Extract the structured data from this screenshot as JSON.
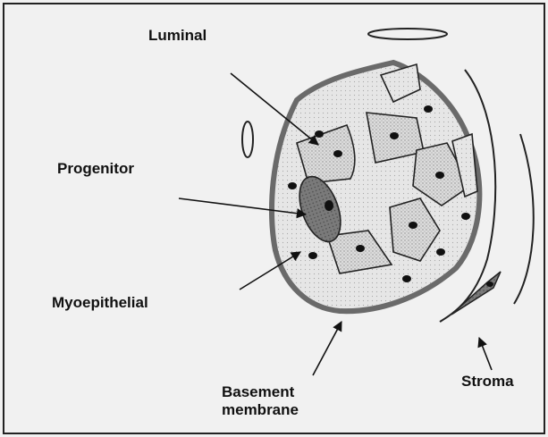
{
  "diagram": {
    "labels": {
      "luminal": "Luminal",
      "progenitor": "Progenitor",
      "myoepithelial": "Myoepithelial",
      "basement_line1": "Basement",
      "basement_line2": "membrane",
      "stroma": "Stroma"
    },
    "colors": {
      "background": "#f1f1f1",
      "border": "#222222",
      "basement_membrane": "#6a6a6a",
      "cell_fill": "#d4d4d4",
      "progenitor_fill": "#7a7a7a",
      "line": "#111111"
    }
  }
}
